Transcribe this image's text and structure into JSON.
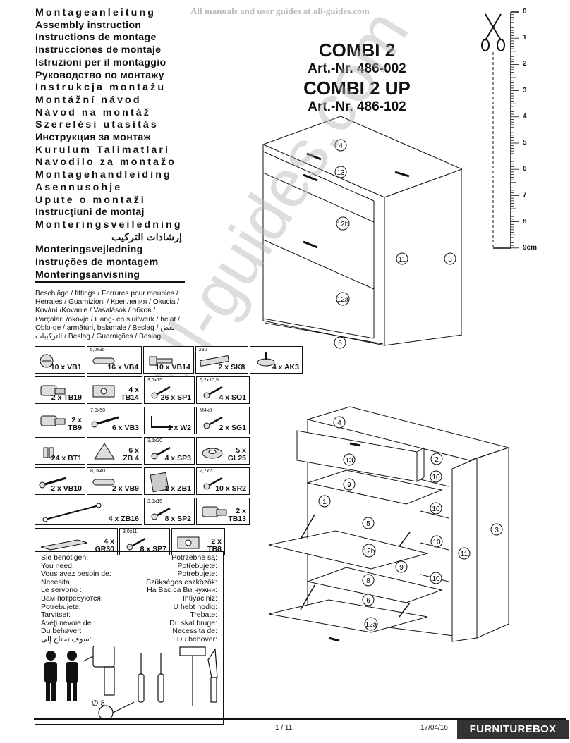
{
  "watermark_top": "All manuals and user guides at all-guides.com",
  "watermark_diagonal": "all-guides.com",
  "titles": [
    {
      "text": "Montageanleitung",
      "spaced": true
    },
    {
      "text": "Assembly instruction",
      "spaced": false
    },
    {
      "text": "Instructions de montage",
      "spaced": false
    },
    {
      "text": "Instrucciones de montaje",
      "spaced": false
    },
    {
      "text": "Istruzioni per il montaggio",
      "spaced": false
    },
    {
      "text": "Руководство по монтажу",
      "spaced": false
    },
    {
      "text": "Instrukcja montażu",
      "spaced": true
    },
    {
      "text": "Montážní návod",
      "spaced": true
    },
    {
      "text": "Návod na montáž",
      "spaced": true
    },
    {
      "text": "Szerelési utasítás",
      "spaced": true
    },
    {
      "text": "Инструкция за монтаж",
      "spaced": false
    },
    {
      "text": "Kurulum Talimatlari",
      "spaced": true
    },
    {
      "text": "Navodilo za montažo",
      "spaced": true
    },
    {
      "text": "Montagehandleiding",
      "spaced": true
    },
    {
      "text": "Asennusohje",
      "spaced": true
    },
    {
      "text": "Upute o montaži",
      "spaced": true
    },
    {
      "text": "Instrucţiuni de montaj",
      "spaced": false
    },
    {
      "text": "Monteringsveiledning",
      "spaced": true
    },
    {
      "text": "إرشادات التركيب",
      "spaced": false,
      "arabic": true
    },
    {
      "text": "Monteringsvejledning",
      "spaced": false
    },
    {
      "text": "Instruções de montagem",
      "spaced": false
    },
    {
      "text": "Monteringsanvisning",
      "spaced": false,
      "last": true
    }
  ],
  "product": {
    "name1": "COMBI 2",
    "art1": "Art.-Nr. 486-002",
    "name2": "COMBI 2 UP",
    "art2": "Art.-Nr. 486-102"
  },
  "fittings_text": "Beschläge / fittings / Ferrures pour meubles / Herrajes / Guarnizioni / Крепления / Okucia / Kování /Kovanie / Vasalások / обков / Parçaları /okovje / Hang- en sluitwerk / helat / Oblo-ge / armături, balamale / Beslag / بعض التركيبات / Beslag / Guarnições / Beslag",
  "fittings": [
    [
      {
        "qty": "10 x VB1",
        "dim": "",
        "w": 72,
        "icon": "cam"
      },
      {
        "qty": "16 x VB4",
        "dim": "5,0x35",
        "w": 79,
        "icon": "dowel"
      },
      {
        "qty": "10 x VB14",
        "dim": "",
        "w": 72,
        "icon": "bolt"
      },
      {
        "qty": "2 x SK8",
        "dim": "280",
        "w": 76,
        "icon": "slide"
      },
      {
        "qty": "4 x AK3",
        "dim": "",
        "w": 75,
        "icon": "foot"
      }
    ],
    [
      {
        "qty": "2 x TB19",
        "dim": "",
        "w": 72,
        "icon": "hinge"
      },
      {
        "qty": "4 x\nTB14",
        "dim": "",
        "w": 79,
        "icon": "plate"
      },
      {
        "qty": "26 x SP1",
        "dim": "3,5x15",
        "w": 72,
        "icon": "screw"
      },
      {
        "qty": "4 x SO1",
        "dim": "6,2x10,5",
        "w": 76,
        "icon": "screw"
      }
    ],
    [
      {
        "qty": "2 x\nTB9",
        "dim": "",
        "w": 72,
        "icon": "hinge"
      },
      {
        "qty": "6 x VB3",
        "dim": "7,0x50",
        "w": 79,
        "icon": "screwlong"
      },
      {
        "qty": "1 x W2",
        "dim": "",
        "w": 72,
        "icon": "key"
      },
      {
        "qty": "2 x SG1",
        "dim": "M4x8",
        "w": 76,
        "icon": "screw"
      }
    ],
    [
      {
        "qty": "24 x BT1",
        "dim": "",
        "w": 72,
        "icon": "pin"
      },
      {
        "qty": "6 x\nZB 4",
        "dim": "",
        "w": 79,
        "icon": "wedge"
      },
      {
        "qty": "4 x SP3",
        "dim": "3,5x20",
        "w": 72,
        "icon": "screw"
      },
      {
        "qty": "5 x\nGL25",
        "dim": "",
        "w": 76,
        "icon": "disc"
      }
    ],
    [
      {
        "qty": "2 x VB10",
        "dim": "",
        "w": 72,
        "icon": "screwlong"
      },
      {
        "qty": "2 x VB9",
        "dim": "8,0x40",
        "w": 79,
        "icon": "dowel"
      },
      {
        "qty": "1 x ZB1",
        "dim": "",
        "w": 72,
        "icon": "box"
      },
      {
        "qty": "10 x SR2",
        "dim": "2,7x20",
        "w": 76,
        "icon": "screw"
      }
    ],
    [
      {
        "qty": "4 x ZB16",
        "dim": "",
        "w": 153,
        "icon": "strap"
      },
      {
        "qty": "8 x SP2",
        "dim": "3,0x15",
        "w": 72,
        "icon": "screw"
      },
      {
        "qty": "2 x\nTB13",
        "dim": "",
        "w": 76,
        "icon": "hinge"
      }
    ],
    [
      {
        "qty": "4 x\nGR30",
        "dim": "",
        "w": 118,
        "icon": "handle"
      },
      {
        "qty": "8 x SP7",
        "dim": "3,0x11",
        "w": 72,
        "icon": "screw"
      },
      {
        "qty": "2 x\nTB8",
        "dim": "",
        "w": 76,
        "icon": "plate"
      }
    ]
  ],
  "you_need": [
    [
      "Sie benötigen:",
      "Potrzebne są:"
    ],
    [
      "You need:",
      "Potřebujete:"
    ],
    [
      "Vous avez besoin de:",
      "Potrebujete:"
    ],
    [
      "Necesita:",
      "Szükséges eszközök:"
    ],
    [
      "Le servono :",
      "На Вас са Ви нужни:"
    ],
    [
      "Вам потребуются:",
      "Ihtiyaciniz:"
    ],
    [
      "Potrebujete:",
      "U hebt nodig:"
    ],
    [
      "Tarvitset:",
      "Trebate:"
    ],
    [
      "Aveţi nevoie de :",
      "Du skal bruge:"
    ],
    [
      "Du behøver:",
      "Necessita de:"
    ],
    [
      "سوف تحتاج إلى:",
      "Du behöver:"
    ]
  ],
  "drill_size": "∅ 8",
  "ruler": {
    "labels": [
      "0",
      "1",
      "2",
      "3",
      "4",
      "5",
      "6",
      "7",
      "8",
      "9cm"
    ]
  },
  "diagram_top_labels": [
    "4",
    "13",
    "12b",
    "12a",
    "11",
    "3",
    "6"
  ],
  "diagram_bottom_labels": [
    "4",
    "13",
    "2",
    "10",
    "9",
    "1",
    "10",
    "3",
    "5",
    "10",
    "11",
    "12b",
    "9",
    "8",
    "10",
    "6",
    "12a"
  ],
  "footer": {
    "page": "1 / 11",
    "date": "17/04/16",
    "brand": "FURNITUREBOX"
  },
  "colors": {
    "brand_bg": "#333333",
    "text": "#111111"
  }
}
